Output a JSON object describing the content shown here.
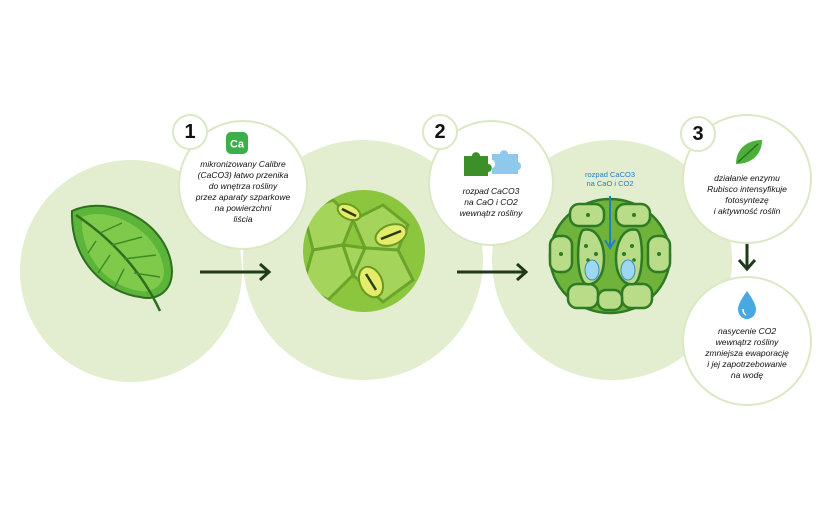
{
  "steps": [
    {
      "number": "1",
      "text": [
        "mikronizowany Calibre",
        "(CaCO3) łatwo przenika",
        "do wnętrza rośliny",
        "przez aparaty szparkowe",
        "na powierzchni",
        "liścia"
      ]
    },
    {
      "number": "2",
      "text": [
        "rozpad CaCO3",
        "na CaO i CO2",
        "wewnątrz rośliny"
      ]
    },
    {
      "number": "3",
      "text": [
        "działanie enzymu",
        "Rubisco intensyfikuje",
        "fotosyntezę",
        "i aktywność roślin"
      ]
    }
  ],
  "effect": {
    "text": [
      "nasycenie CO2",
      "wewnątrz rośliny",
      "zmniejsza ewaporację",
      "i jej zapotrzebowanie",
      "na wodę"
    ]
  },
  "cell_label": [
    "rozpad CaCO3",
    "na CaO i CO2"
  ],
  "icons": {
    "brand": "calibre-ca-logo",
    "step2": "puzzle-pieces-icon",
    "step3": "leaf-icon",
    "effect": "water-drop-icon"
  },
  "colors": {
    "circle_bg": "#e3eed0",
    "arrow": "#1e3a18",
    "leaf": "#4caf3a",
    "drop": "#4aa8e0"
  }
}
